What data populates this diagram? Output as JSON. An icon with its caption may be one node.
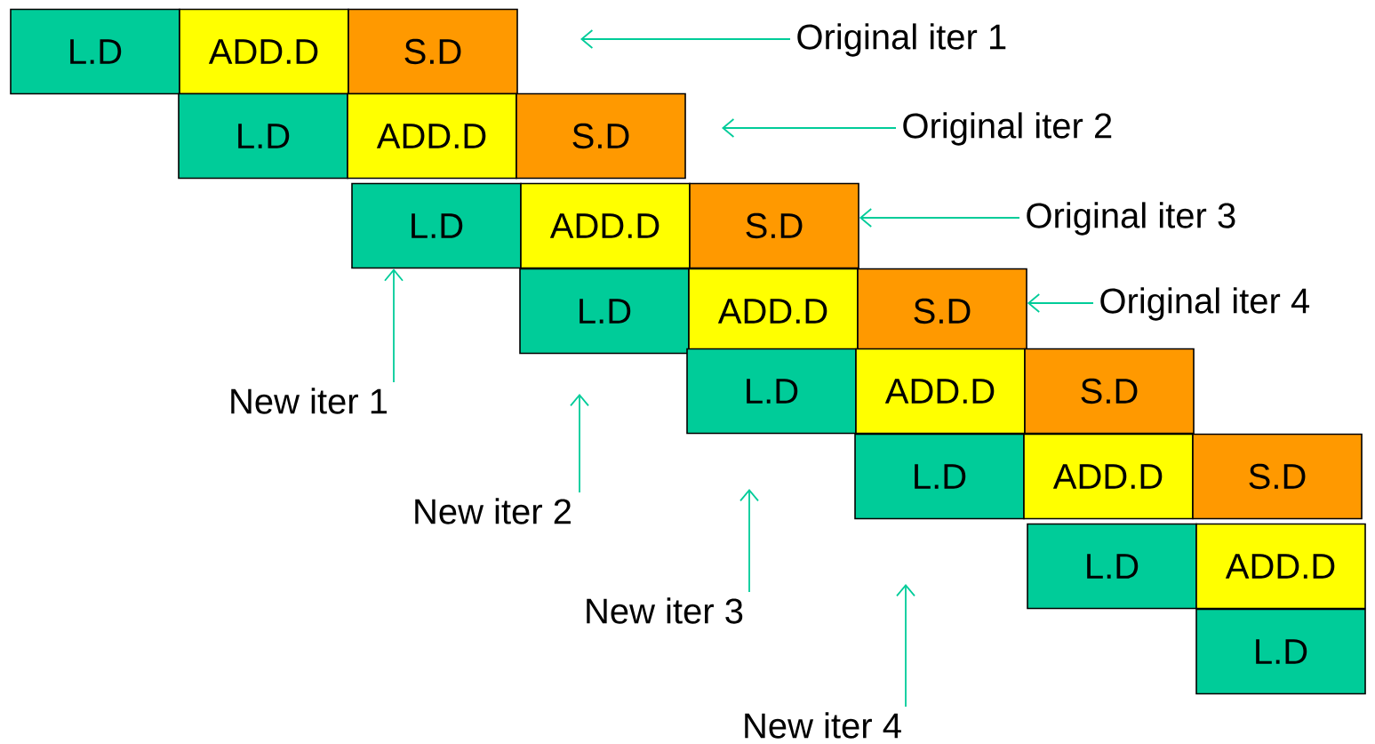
{
  "diagram": {
    "nodes": [
      {
        "text": [
          "L.D"
        ]
      },
      {
        "text": [
          "ADD.D"
        ]
      },
      {
        "text": [
          "S.D"
        ]
      },
      {
        "text": [
          "L.D"
        ]
      },
      {
        "text": [
          "ADD.D"
        ]
      },
      {
        "text": [
          "S.D"
        ]
      },
      {
        "text": [
          "L.D"
        ]
      },
      {
        "text": [
          "ADD.D"
        ]
      },
      {
        "text": [
          "S.D"
        ]
      },
      {
        "text": [
          "L.D"
        ]
      },
      {
        "text": [
          "ADD.D"
        ]
      },
      {
        "text": [
          "S.D"
        ]
      },
      {
        "text": [
          "L.D"
        ]
      },
      {
        "text": [
          "ADD.D"
        ]
      },
      {
        "text": [
          "S.D"
        ]
      },
      {
        "text": [
          "L.D"
        ]
      },
      {
        "text": [
          "ADD.D"
        ]
      },
      {
        "text": [
          "S.D"
        ]
      },
      {
        "text": [
          "L.D"
        ]
      },
      {
        "text": [
          "ADD.D"
        ]
      },
      {
        "text": [
          "L.D"
        ]
      },
      {
        "text": [
          "Original iter 1"
        ]
      },
      {
        "text": [
          "Original iter 2"
        ]
      },
      {
        "text": [
          "Original iter 3"
        ]
      },
      {
        "text": [
          "Original iter 4"
        ]
      },
      {
        "text": [
          "New iter 1"
        ]
      },
      {
        "text": [
          "New iter 2"
        ]
      },
      {
        "text": [
          "New iter 3"
        ]
      },
      {
        "text": [
          "New iter 4"
        ]
      }
    ],
    "edges": [
      {
        "from": 21,
        "to": null,
        "arrow": "to"
      },
      {
        "from": 22,
        "to": null,
        "arrow": "to"
      },
      {
        "from": 23,
        "to": 8,
        "arrow": "to"
      },
      {
        "from": 24,
        "to": 11,
        "arrow": "to"
      },
      {
        "from": 25,
        "to": 6,
        "arrow": "to"
      },
      {
        "from": 26,
        "to": null,
        "arrow": "to"
      },
      {
        "from": 27,
        "to": null,
        "arrow": "to"
      },
      {
        "from": 28,
        "to": null,
        "arrow": "to"
      }
    ]
  }
}
